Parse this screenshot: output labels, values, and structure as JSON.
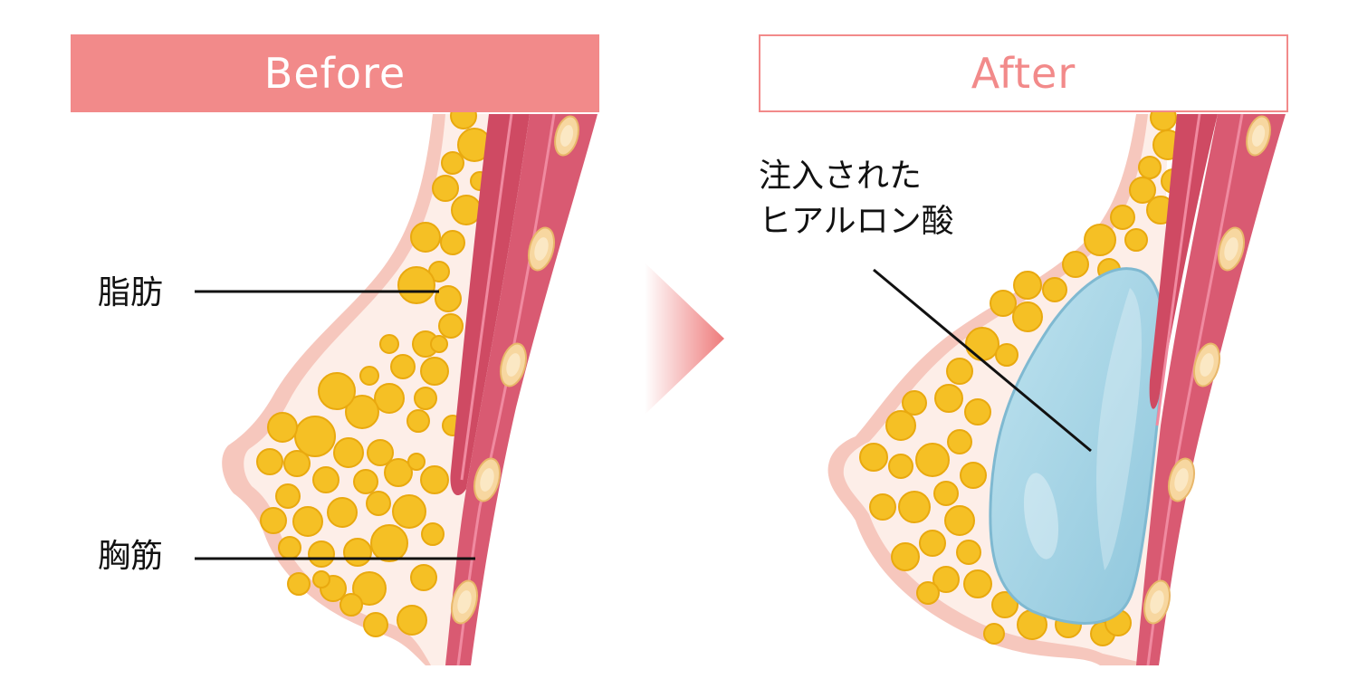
{
  "panels": {
    "before": {
      "title": "Before"
    },
    "after": {
      "title": "After"
    }
  },
  "labels": {
    "fat": "脂肪",
    "muscle": "胸筋",
    "hyaluronic_line1": "注入された",
    "hyaluronic_line2": "ヒアルロン酸"
  },
  "colors": {
    "accent": "#f28a8a",
    "skin_outline": "#f6c7bd",
    "skin_fill": "#fdeee8",
    "fat": "#f5c025",
    "muscle": "#cf4a63",
    "implant": "#9fd0e2"
  }
}
